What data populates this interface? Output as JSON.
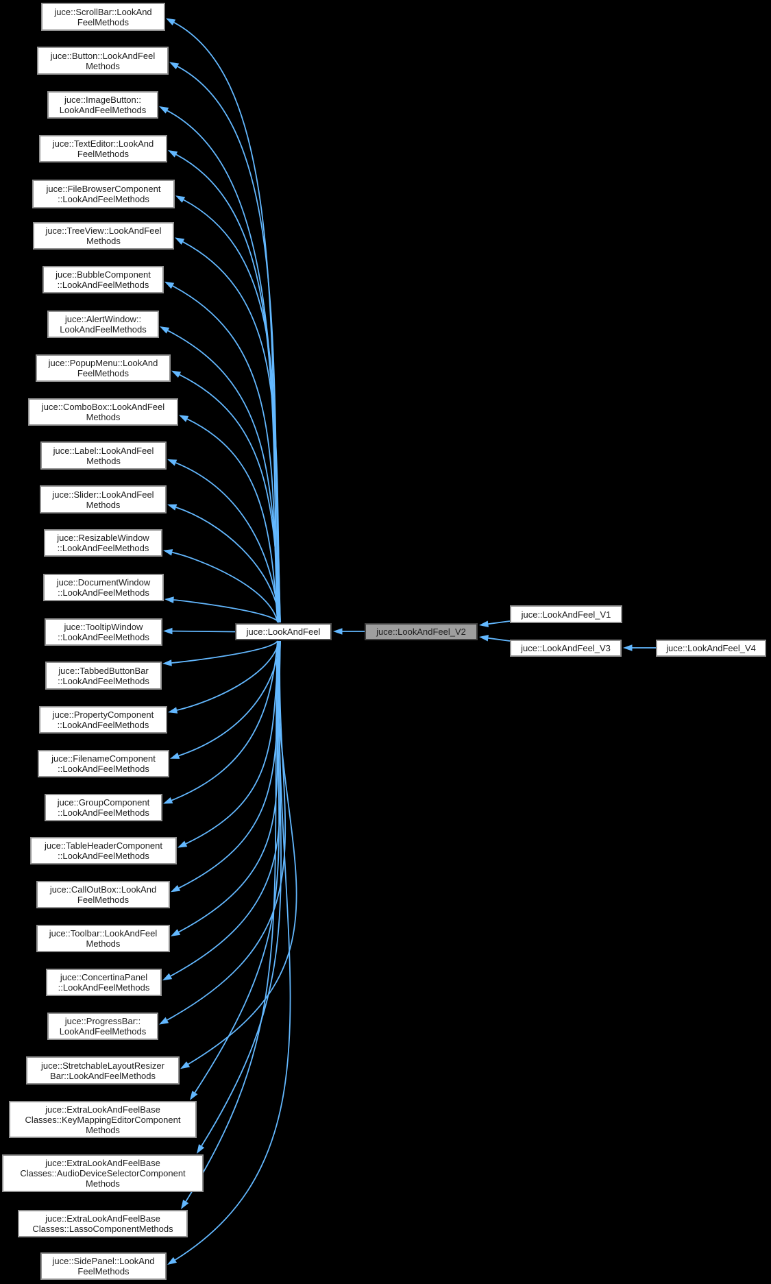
{
  "diagram_type": "inheritance-graph",
  "colors": {
    "background": "#000000",
    "arrow": "#63b8ff",
    "node_fill": "#ffffff",
    "node_border": "#919191",
    "node_text": "#1d1d1d",
    "center_border": "#4a4a4a",
    "highlight_fill": "#9e9e9e",
    "highlight_border": "#3f3f3f"
  },
  "nodes": [
    {
      "id": "scrollbar-methods",
      "label": "juce::ScrollBar::LookAnd\nFeelMethods"
    },
    {
      "id": "button-methods",
      "label": "juce::Button::LookAndFeel\nMethods"
    },
    {
      "id": "imagebutton-methods",
      "label": "juce::ImageButton::\nLookAndFeelMethods"
    },
    {
      "id": "texteditor-methods",
      "label": "juce::TextEditor::LookAnd\nFeelMethods"
    },
    {
      "id": "filebrowser-methods",
      "label": "juce::FileBrowserComponent\n::LookAndFeelMethods"
    },
    {
      "id": "treeview-methods",
      "label": "juce::TreeView::LookAndFeel\nMethods"
    },
    {
      "id": "bubble-methods",
      "label": "juce::BubbleComponent\n::LookAndFeelMethods"
    },
    {
      "id": "alertwindow-methods",
      "label": "juce::AlertWindow::\nLookAndFeelMethods"
    },
    {
      "id": "popupmenu-methods",
      "label": "juce::PopupMenu::LookAnd\nFeelMethods"
    },
    {
      "id": "combobox-methods",
      "label": "juce::ComboBox::LookAndFeel\nMethods"
    },
    {
      "id": "label-methods",
      "label": "juce::Label::LookAndFeel\nMethods"
    },
    {
      "id": "slider-methods",
      "label": "juce::Slider::LookAndFeel\nMethods"
    },
    {
      "id": "resizablewindow-methods",
      "label": "juce::ResizableWindow\n::LookAndFeelMethods"
    },
    {
      "id": "documentwindow-methods",
      "label": "juce::DocumentWindow\n::LookAndFeelMethods"
    },
    {
      "id": "tooltipwindow-methods",
      "label": "juce::TooltipWindow\n::LookAndFeelMethods"
    },
    {
      "id": "tabbedbuttonbar-methods",
      "label": "juce::TabbedButtonBar\n::LookAndFeelMethods"
    },
    {
      "id": "propertycomponent-methods",
      "label": "juce::PropertyComponent\n::LookAndFeelMethods"
    },
    {
      "id": "filenamecomponent-methods",
      "label": "juce::FilenameComponent\n::LookAndFeelMethods"
    },
    {
      "id": "groupcomponent-methods",
      "label": "juce::GroupComponent\n::LookAndFeelMethods"
    },
    {
      "id": "tableheader-methods",
      "label": "juce::TableHeaderComponent\n::LookAndFeelMethods"
    },
    {
      "id": "calloutbox-methods",
      "label": "juce::CallOutBox::LookAnd\nFeelMethods"
    },
    {
      "id": "toolbar-methods",
      "label": "juce::Toolbar::LookAndFeel\nMethods"
    },
    {
      "id": "concertinapanel-methods",
      "label": "juce::ConcertinaPanel\n::LookAndFeelMethods"
    },
    {
      "id": "progressbar-methods",
      "label": "juce::ProgressBar::\nLookAndFeelMethods"
    },
    {
      "id": "stretchablelayoutresizerbar-methods",
      "label": "juce::StretchableLayoutResizer\nBar::LookAndFeelMethods"
    },
    {
      "id": "keymappingeditorcomponent-methods",
      "label": "juce::ExtraLookAndFeelBase\nClasses::KeyMappingEditorComponent\nMethods"
    },
    {
      "id": "audiodeviceselectorcomponent-methods",
      "label": "juce::ExtraLookAndFeelBase\nClasses::AudioDeviceSelectorComponent\nMethods"
    },
    {
      "id": "lassocomponent-methods",
      "label": "juce::ExtraLookAndFeelBase\nClasses::LassoComponentMethods"
    },
    {
      "id": "sidepanel-methods",
      "label": "juce::SidePanel::LookAnd\nFeelMethods"
    },
    {
      "id": "lookandfeel",
      "label": "juce::LookAndFeel",
      "role": "center"
    },
    {
      "id": "lookandfeel-v2",
      "label": "juce::LookAndFeel_V2",
      "role": "highlight"
    },
    {
      "id": "lookandfeel-v1",
      "label": "juce::LookAndFeel_V1"
    },
    {
      "id": "lookandfeel-v3",
      "label": "juce::LookAndFeel_V3"
    },
    {
      "id": "lookandfeel-v4",
      "label": "juce::LookAndFeel_V4"
    }
  ],
  "edges": [
    {
      "from": "lookandfeel",
      "to": "scrollbar-methods"
    },
    {
      "from": "lookandfeel",
      "to": "button-methods"
    },
    {
      "from": "lookandfeel",
      "to": "imagebutton-methods"
    },
    {
      "from": "lookandfeel",
      "to": "texteditor-methods"
    },
    {
      "from": "lookandfeel",
      "to": "filebrowser-methods"
    },
    {
      "from": "lookandfeel",
      "to": "treeview-methods"
    },
    {
      "from": "lookandfeel",
      "to": "bubble-methods"
    },
    {
      "from": "lookandfeel",
      "to": "alertwindow-methods"
    },
    {
      "from": "lookandfeel",
      "to": "popupmenu-methods"
    },
    {
      "from": "lookandfeel",
      "to": "combobox-methods"
    },
    {
      "from": "lookandfeel",
      "to": "label-methods"
    },
    {
      "from": "lookandfeel",
      "to": "slider-methods"
    },
    {
      "from": "lookandfeel",
      "to": "resizablewindow-methods"
    },
    {
      "from": "lookandfeel",
      "to": "documentwindow-methods"
    },
    {
      "from": "lookandfeel",
      "to": "tooltipwindow-methods"
    },
    {
      "from": "lookandfeel",
      "to": "tabbedbuttonbar-methods"
    },
    {
      "from": "lookandfeel",
      "to": "propertycomponent-methods"
    },
    {
      "from": "lookandfeel",
      "to": "filenamecomponent-methods"
    },
    {
      "from": "lookandfeel",
      "to": "groupcomponent-methods"
    },
    {
      "from": "lookandfeel",
      "to": "tableheader-methods"
    },
    {
      "from": "lookandfeel",
      "to": "calloutbox-methods"
    },
    {
      "from": "lookandfeel",
      "to": "toolbar-methods"
    },
    {
      "from": "lookandfeel",
      "to": "concertinapanel-methods"
    },
    {
      "from": "lookandfeel",
      "to": "progressbar-methods"
    },
    {
      "from": "lookandfeel",
      "to": "stretchablelayoutresizerbar-methods"
    },
    {
      "from": "lookandfeel",
      "to": "keymappingeditorcomponent-methods"
    },
    {
      "from": "lookandfeel",
      "to": "audiodeviceselectorcomponent-methods"
    },
    {
      "from": "lookandfeel",
      "to": "lassocomponent-methods"
    },
    {
      "from": "lookandfeel",
      "to": "sidepanel-methods"
    },
    {
      "from": "lookandfeel-v2",
      "to": "lookandfeel"
    },
    {
      "from": "lookandfeel-v1",
      "to": "lookandfeel-v2"
    },
    {
      "from": "lookandfeel-v3",
      "to": "lookandfeel-v2"
    },
    {
      "from": "lookandfeel-v4",
      "to": "lookandfeel-v3"
    }
  ]
}
